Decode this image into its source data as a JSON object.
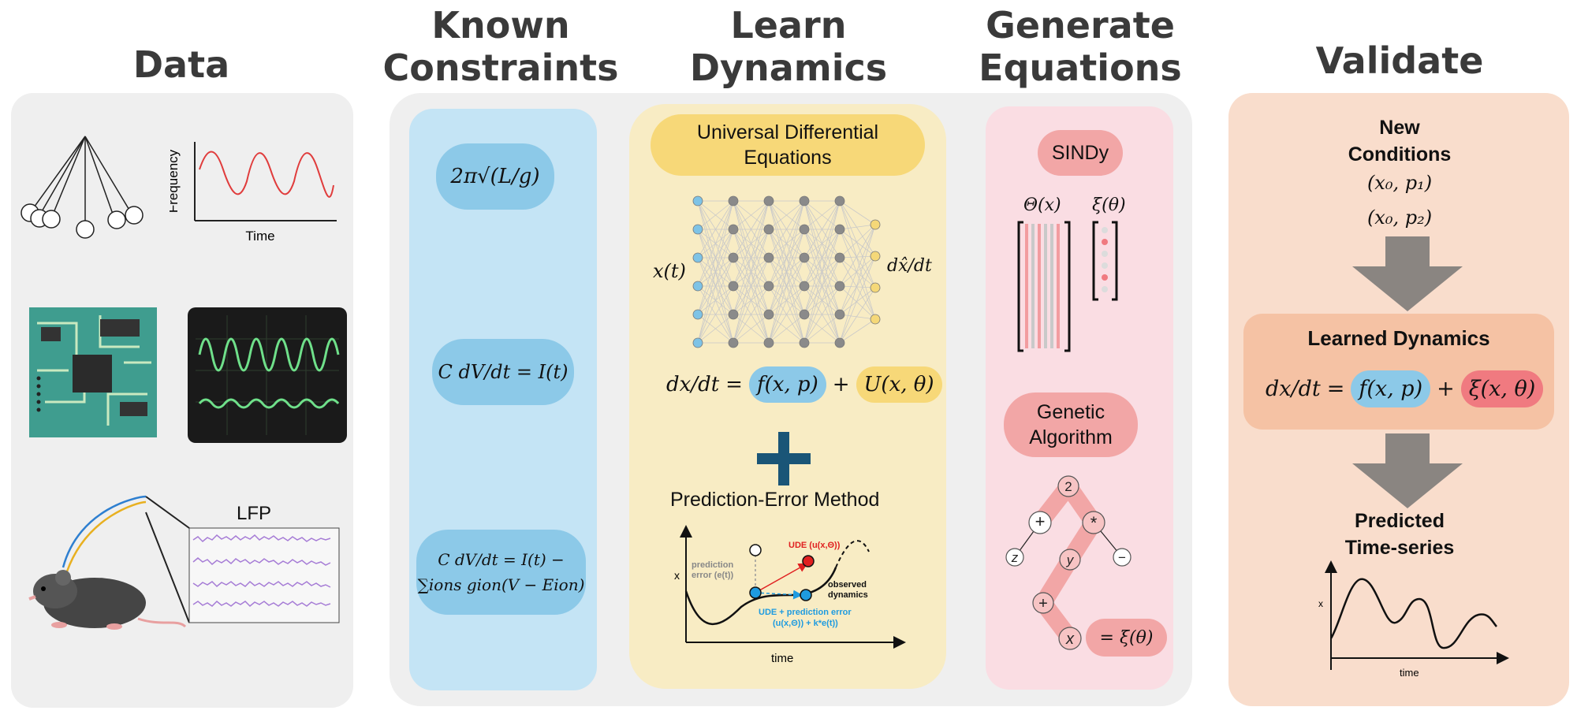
{
  "headers": {
    "data": "Data",
    "known_line1": "Known",
    "known_line2": "Constraints",
    "learn_line1": "Learn",
    "learn_line2": "Dynamics",
    "generate_line1": "Generate",
    "generate_line2": "Equations",
    "validate": "Validate"
  },
  "data_panel": {
    "freq_ylabel": "Frequency",
    "freq_xlabel": "Time",
    "lfp_label": "LFP"
  },
  "constraints": {
    "eq1": "2π√(L/g)",
    "eq2": "C dV/dt = I(t)",
    "eq3_line1": "C dV/dt = I(t) −",
    "eq3_line2": "∑ions gion(V − Eion)"
  },
  "learn": {
    "ude_title_line1": "Universal Differential",
    "ude_title_line2": "Equations",
    "nn_input": "x(t)",
    "nn_output": "dx̂/dt",
    "ude_lhs": "dx/dt",
    "ude_eq": "=",
    "ude_f": "f(x, p)",
    "ude_plus": "+",
    "ude_u": "U(x, θ)",
    "big_plus": "+",
    "pem_title": "Prediction-Error Method",
    "pem_ylabel": "x",
    "pem_xlabel": "time",
    "pem_pred_error_line1": "prediction",
    "pem_pred_error_line2": "error (e(t))",
    "pem_ude": "UDE (u(x,Θ))",
    "pem_observed_line1": "observed",
    "pem_observed_line2": "dynamics",
    "pem_ude_pe_line1": "UDE + prediction error",
    "pem_ude_pe_line2": "(u(x,Θ)) + k*e(t))"
  },
  "generate": {
    "sindy": "SINDy",
    "theta_label": "Θ(x)",
    "xi_label": "ξ(θ)",
    "ga_line1": "Genetic",
    "ga_line2": "Algorithm",
    "tree_node_2": "2",
    "tree_plus1": "+",
    "tree_star": "*",
    "tree_z": "z",
    "tree_y": "y",
    "tree_minus": "−",
    "tree_plus2": "+",
    "tree_x": "x",
    "tree_result": "= ξ(θ)"
  },
  "validate": {
    "new_cond_line1": "New",
    "new_cond_line2": "Conditions",
    "cond1": "(x₀, p₁)",
    "cond2": "(x₀, p₂)",
    "learned_title": "Learned Dynamics",
    "lhs": "dx/dt",
    "eq": "=",
    "f": "f(x, p)",
    "plus": "+",
    "xi": "ξ(x, θ)",
    "pred_line1": "Predicted",
    "pred_line2": "Time-series",
    "ts_ylabel": "x",
    "ts_xlabel": "time"
  },
  "colors": {
    "panel_gray": "#f0f0f0",
    "constraint_blue": "#c4e4f5",
    "pill_blue": "#8cc9e8",
    "learn_yellow": "#f8ecc4",
    "pill_yellow": "#f7d878",
    "generate_pink": "#fadde3",
    "pill_red": "#f2a6a6",
    "validate_peach": "#f9ddcc",
    "learned_box": "#f5c2a4",
    "arrow_gray": "#8a8581",
    "nn_blue": "#7ec3e6",
    "nn_yellow": "#f5d878"
  }
}
